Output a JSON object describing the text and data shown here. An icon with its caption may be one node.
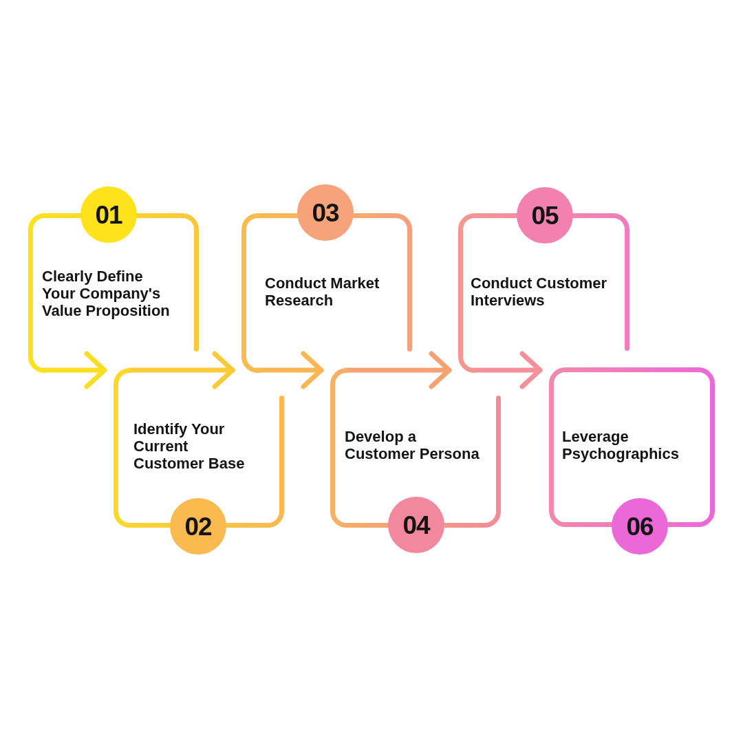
{
  "diagram": {
    "nodes": [
      {
        "text": [
          "01",
          "Clearly Define Your Company's Value Proposition"
        ]
      },
      {
        "text": [
          "Identify Your Current Customer Base",
          "02"
        ]
      },
      {
        "text": [
          "03",
          "Conduct Market Research"
        ]
      },
      {
        "text": [
          "Develop a Customer Persona",
          "04"
        ]
      },
      {
        "text": [
          "05",
          "Conduct Customer Interviews"
        ]
      },
      {
        "text": [
          "Leverage Psychographics",
          "06"
        ]
      }
    ],
    "edges": [
      {
        "from": 0,
        "to": 1,
        "arrow": "to",
        "color": "#fddd22"
      },
      {
        "from": 1,
        "to": 2,
        "arrow": "to",
        "color": "#fcca38"
      },
      {
        "from": 2,
        "to": 3,
        "arrow": "to",
        "color": "#fab653"
      },
      {
        "from": 3,
        "to": 4,
        "arrow": "to",
        "color": "#f6a171"
      },
      {
        "from": 4,
        "to": 5,
        "arrow": "to",
        "color": "#f3909a"
      }
    ]
  }
}
